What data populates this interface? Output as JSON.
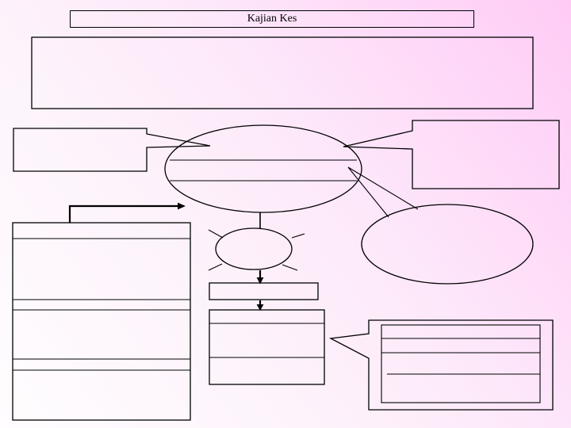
{
  "slide": {
    "title": "Kajian Kes"
  },
  "colors": {
    "stroke": "#000000",
    "background_gradient_start": "#fffdff",
    "background_gradient_mid": "#fde7fa",
    "background_gradient_end": "#ffcbf6"
  },
  "shapes": {
    "title_box": "title banner rectangle",
    "content_placeholder": "large empty rectangle",
    "left_callout": "rectangular callout pointing right into central ellipse",
    "central_ellipse": "large ellipse with two horizontal rule lines",
    "right_callout": "rectangular callout pointing left into central ellipse",
    "thought_balloon": "oval callout pointing up-left to central ellipse",
    "left_table": "tall rectangle divided into six horizontal bands",
    "sun_ellipse": "small ellipse with four radiating dashes",
    "strip_rect": "thin horizontal rectangle",
    "mid_table": "rectangle divided into three horizontal bands",
    "bottom_right_callout": "rectangular callout pointing left, containing a lined inner rectangle"
  }
}
